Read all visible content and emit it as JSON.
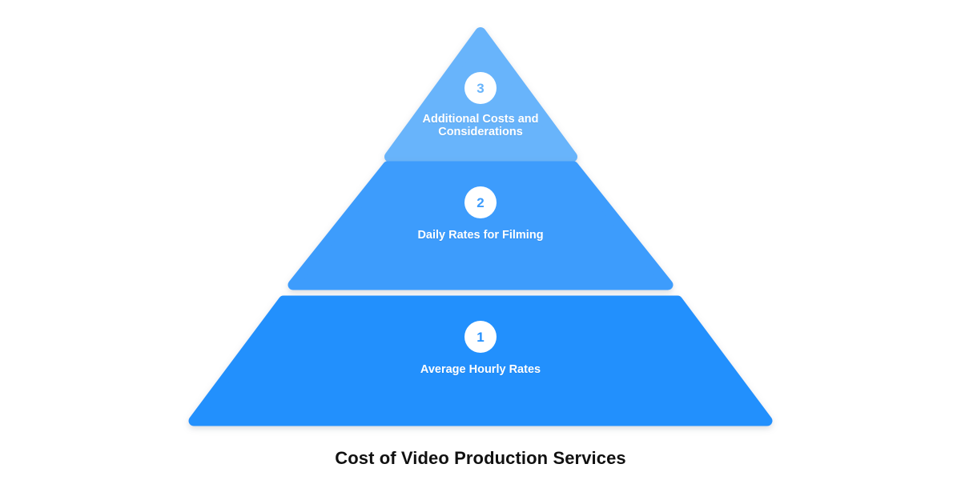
{
  "caption": "Cost of Video Production Services",
  "background_color": "#ffffff",
  "caption_color": "#111111",
  "chart_data": {
    "type": "pyramid",
    "title": "Cost of Video Production Services",
    "orientation": "bottom-up",
    "levels": [
      {
        "number": "1",
        "label": "Average Hourly Rates",
        "position": "base",
        "color": "#2490FD",
        "badge_text_color": "#2490FD",
        "label_color": "#ffffff",
        "width_rank": 3
      },
      {
        "number": "2",
        "label": "Daily Rates for Filming",
        "position": "middle",
        "color": "#3D9CFC",
        "badge_text_color": "#3D9CFC",
        "label_color": "#ffffff",
        "width_rank": 2
      },
      {
        "number": "3",
        "label": "Additional Costs and\nConsiderations",
        "position": "apex",
        "color": "#68B4FB",
        "badge_text_color": "#68B4FB",
        "label_color": "#ffffff",
        "width_rank": 1
      }
    ]
  }
}
